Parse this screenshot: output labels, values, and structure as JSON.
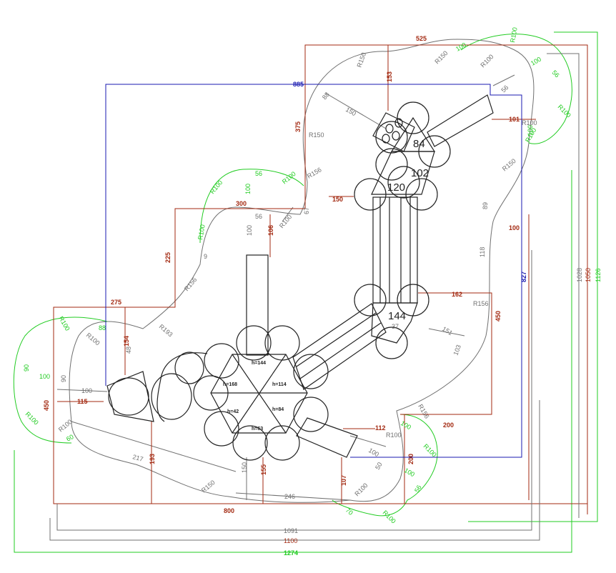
{
  "colors": {
    "red": "#a32a12",
    "blue": "#1a1ab0",
    "green": "#22cc22",
    "gray": "#707070",
    "dark": "#222222"
  },
  "labels": {
    "top_525": "525",
    "blue_885": "885",
    "d_375": "375",
    "d_153": "153",
    "d_150_tl": "150",
    "d_101": "101",
    "d_100_right": "100",
    "d_300": "300",
    "d_150_mid": "150",
    "d_225": "225",
    "d_106": "106",
    "d_275": "275",
    "d_154": "154",
    "d_115": "115",
    "d_450_left": "450",
    "d_162": "162",
    "d_450_right": "450",
    "d_200_a": "200",
    "d_200_b": "200",
    "d_112": "112",
    "d_107": "107",
    "d_155": "155",
    "d_193": "193",
    "d_800": "800",
    "d_827": "827",
    "d_1091": "1091",
    "d_1100": "1100",
    "d_1274": "1274",
    "d_1028": "1028",
    "d_1050": "1050",
    "d_1126": "1126",
    "g_R150_a": "R150",
    "g_R150_b": "R150",
    "g_R150_c": "R150",
    "g_R150_d": "R150",
    "g_R150_e": "R150",
    "g_R156_a": "R156",
    "g_R156_b": "R156",
    "g_R156_c": "R156",
    "g_R156_d": "R156",
    "g_R193": "R193",
    "g_R100_a": "R100",
    "g_R100_b": "R100",
    "g_R100_c": "R100",
    "g_R100_d": "R100",
    "g_R100_e": "R100",
    "g_R100_f": "R100",
    "g_R100_g": "R100",
    "g_48": "48",
    "g_90": "90",
    "g_100_a": "100",
    "g_100_b": "100",
    "g_100_c": "100",
    "g_56_a": "56",
    "g_56_b": "56",
    "g_67": "67",
    "g_9": "9",
    "g_89": "89",
    "g_118": "118",
    "g_151": "151",
    "g_103": "103",
    "g_37": "37",
    "g_217": "217",
    "g_246": "246",
    "g_150_b": "150",
    "g_50": "50",
    "g_150_tl": "150",
    "g_88": "88",
    "gr_R100_a": "R100",
    "gr_R100_b": "R100",
    "gr_R100_c": "R100",
    "gr_R100_d": "R100",
    "gr_R100_e": "R100",
    "gr_R100_f": "R100",
    "gr_R100_g": "R100",
    "gr_R100_h": "R100",
    "gr_R100_i": "R100",
    "gr_R100_j": "R100",
    "gr_56_a": "56",
    "gr_56_b": "56",
    "gr_56_c": "56",
    "gr_100_a": "100",
    "gr_100_b": "100",
    "gr_100_c": "100",
    "gr_100_d": "100",
    "gr_100_e": "100",
    "gr_100_f": "100",
    "gr_100_g": "100",
    "gr_90": "90",
    "gr_88": "88",
    "gr_70": "70",
    "gr_60": "60",
    "p_84": "84",
    "p_102": "102",
    "p_120": "120",
    "p_144": "144",
    "h_144": "h=144",
    "h_168": "h=168",
    "h_114": "h=114",
    "h_42": "h=42",
    "h_84": "h=84",
    "h_63": "h=63"
  }
}
